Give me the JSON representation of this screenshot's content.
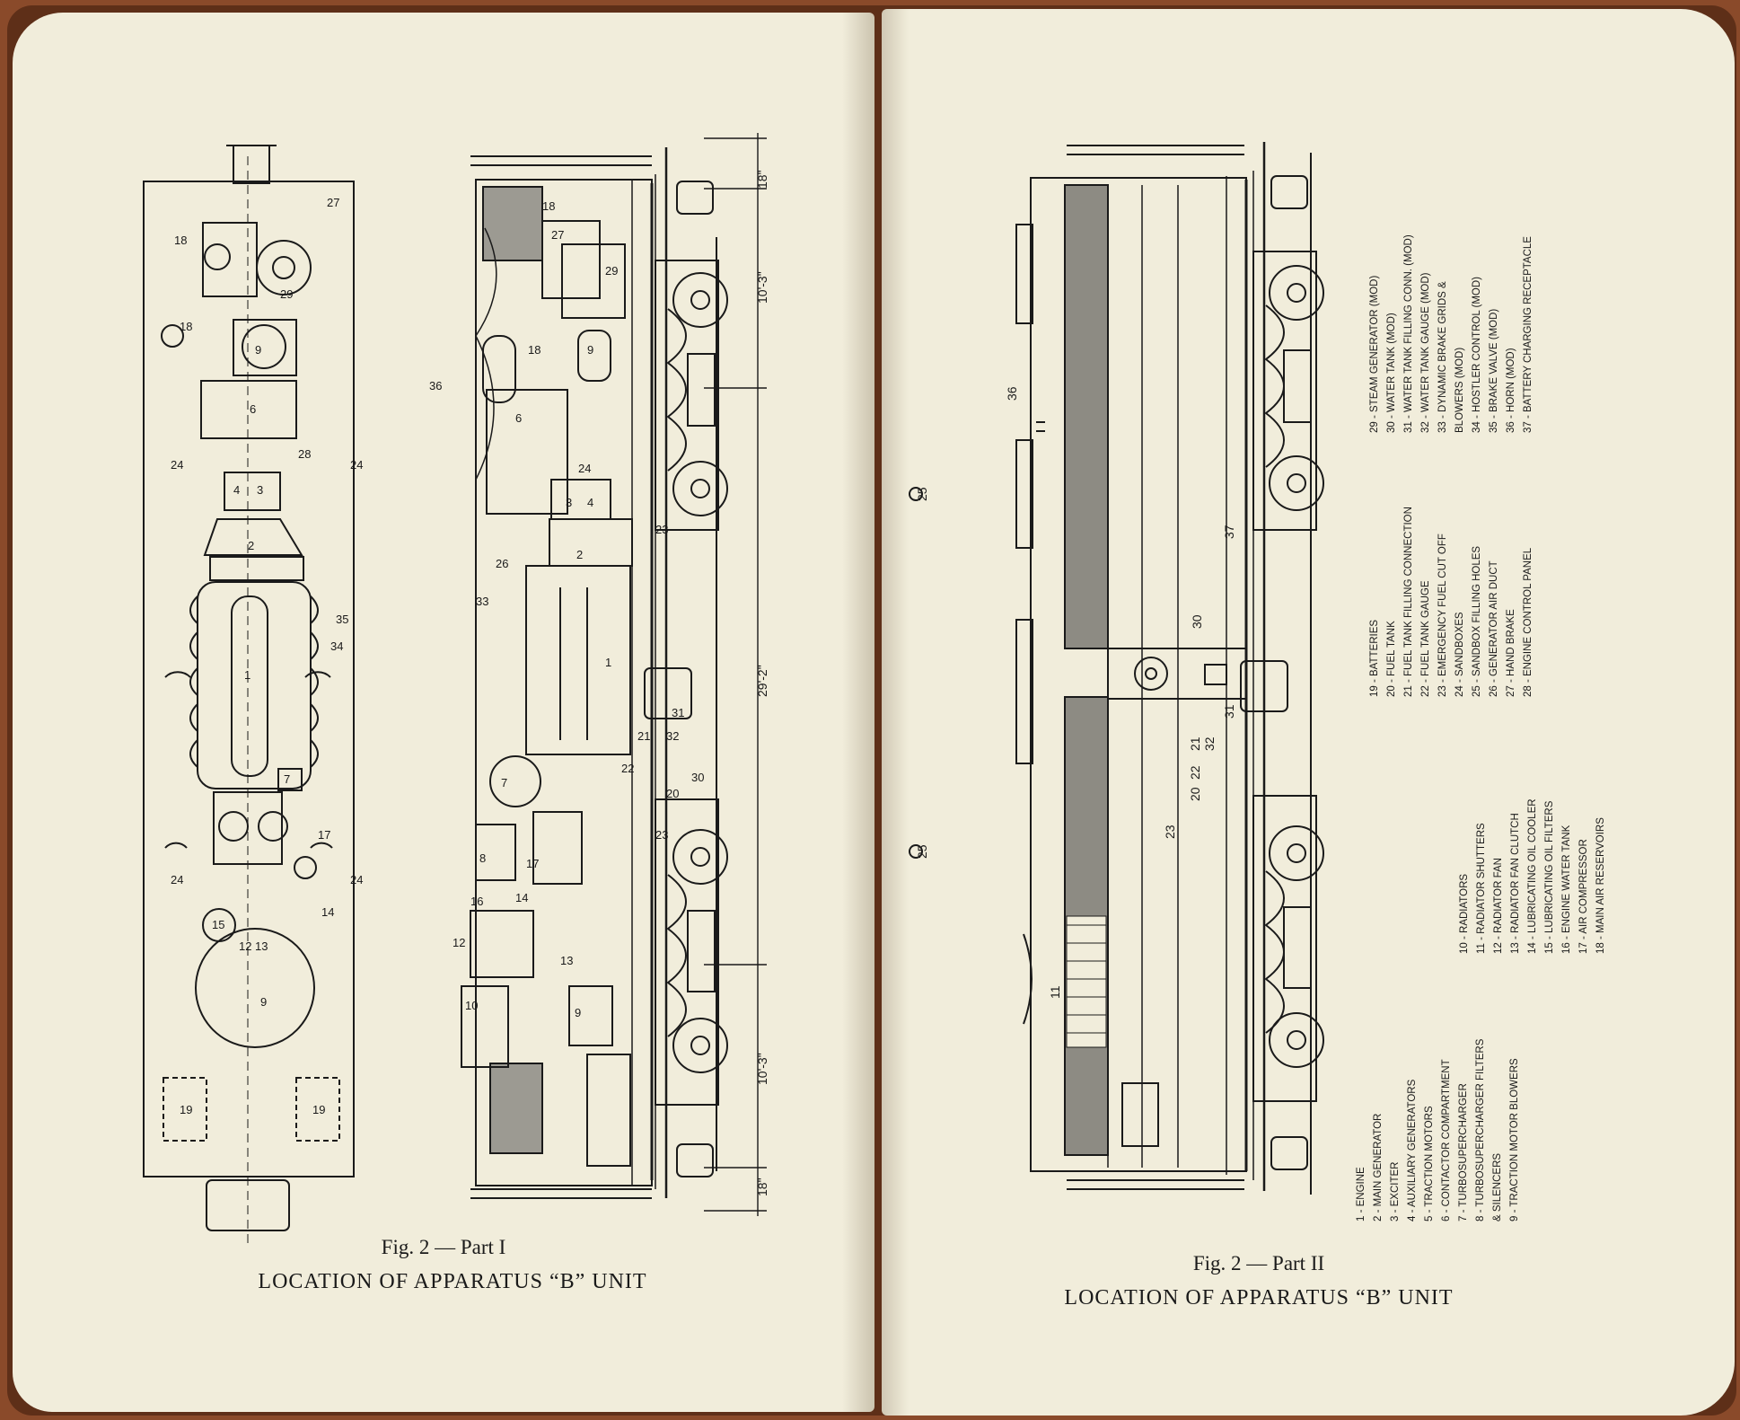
{
  "left_page": {
    "figure_label": "Fig. 2 — Part I",
    "title": "LOCATION OF APPARATUS “B” UNIT",
    "dimensions": [
      "18\"",
      "10'-3\"",
      "29'-2\"",
      "10'-3\"",
      "18\""
    ],
    "plan_callouts": [
      "18",
      "27",
      "29",
      "18",
      "9",
      "6",
      "28",
      "24",
      "24",
      "4",
      "3",
      "2",
      "1",
      "34",
      "35",
      "7",
      "17",
      "24",
      "24",
      "14",
      "15",
      "12",
      "13",
      "9",
      "19",
      "19"
    ],
    "elevation_callouts": [
      "36",
      "18",
      "27",
      "29",
      "18",
      "9",
      "6",
      "24",
      "4",
      "3",
      "2",
      "1",
      "26",
      "33",
      "31",
      "32",
      "21",
      "22",
      "30",
      "20",
      "7",
      "8",
      "17",
      "16",
      "14",
      "12",
      "13",
      "10",
      "9",
      "23",
      "23"
    ]
  },
  "right_page": {
    "figure_label": "Fig. 2 — Part II",
    "title": "LOCATION OF APPARATUS “B” UNIT",
    "callouts": [
      "36",
      "25",
      "25",
      "37",
      "30",
      "31",
      "32",
      "21",
      "22",
      "20",
      "23",
      "11"
    ],
    "legend_columns": [
      [
        "1 - ENGINE",
        "2 - MAIN GENERATOR",
        "3 - EXCITER",
        "4 - AUXILIARY GENERATORS",
        "5 - TRACTION MOTORS",
        "6 - CONTACTOR COMPARTMENT",
        "7 - TURBOSUPERCHARGER",
        "8 - TURBOSUPERCHARGER FILTERS",
        "     & SILENCERS",
        "9 - TRACTION MOTOR BLOWERS"
      ],
      [
        "10 - RADIATORS",
        "11 - RADIATOR SHUTTERS",
        "12 - RADIATOR FAN",
        "13 - RADIATOR FAN CLUTCH",
        "14 - LUBRICATING OIL COOLER",
        "15 - LUBRICATING OIL FILTERS",
        "16 - ENGINE WATER TANK",
        "17 - AIR COMPRESSOR",
        "18 - MAIN AIR RESERVOIRS"
      ],
      [
        "19 - BATTERIES",
        "20 - FUEL TANK",
        "21 - FUEL TANK FILLING CONNECTION",
        "22 - FUEL TANK GAUGE",
        "23 - EMERGENCY FUEL CUT OFF",
        "24 - SANDBOXES",
        "25 - SANDBOX FILLING HOLES",
        "26 - GENERATOR AIR DUCT",
        "27 - HAND BRAKE",
        "28 - ENGINE CONTROL PANEL"
      ],
      [
        "29 - STEAM GENERATOR (MOD)",
        "30 - WATER TANK (MOD)",
        "31 - WATER TANK FILLING CONN. (MOD)",
        "32 - WATER TANK GAUGE (MOD)",
        "33 - DYNAMIC BRAKE GRIDS &",
        "     BLOWERS (MOD)",
        "34 - HOSTLER CONTROL (MOD)",
        "35 - BRAKE VALVE (MOD)",
        "36 - HORN (MOD)",
        "37 - BATTERY CHARGING RECEPTACLE"
      ]
    ]
  }
}
